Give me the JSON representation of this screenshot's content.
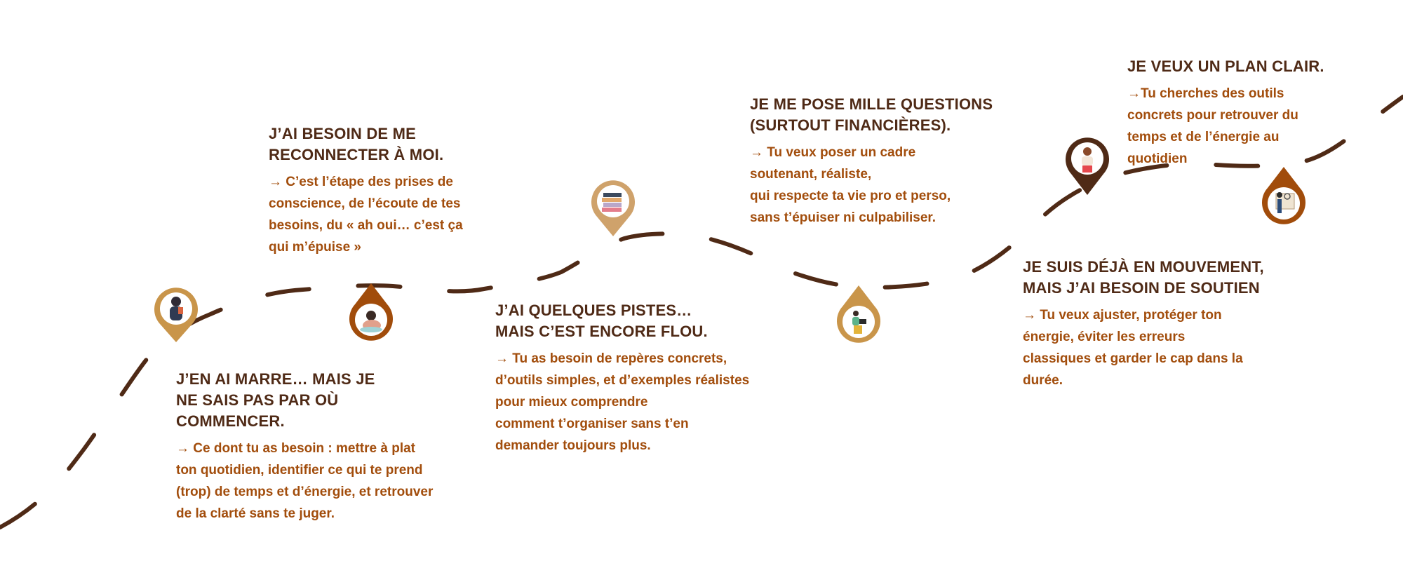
{
  "colors": {
    "dark_brown": "#4f2a16",
    "rust": "#a14c0b",
    "gold": "#c9954a",
    "light_gold": "#cfa26b",
    "body_text": "#a24d0c"
  },
  "steps": [
    {
      "title": [
        "J’EN AI MARRE… MAIS JE",
        "NE SAIS PAS PAR OÙ",
        "COMMENCER."
      ],
      "body": [
        "→ Ce dont tu as besoin : mettre à plat",
        "ton quotidien, identifier ce qui te prend",
        "(trop) de temps et d’énergie, et retrouver",
        "de la clarté sans te juger."
      ],
      "icon": "person-sitting-hugging-knees-icon"
    },
    {
      "title": [
        "J’AI BESOIN DE ME",
        "RECONNECTER À MOI."
      ],
      "body": [
        "→ C’est l’étape des prises de",
        "conscience, de l’écoute de tes",
        "besoins, du « ah oui… c’est ça",
        "qui m’épuise »"
      ],
      "icon": "person-relaxing-icon"
    },
    {
      "title": [
        "J’AI QUELQUES PISTES…",
        "MAIS C’EST ENCORE FLOU."
      ],
      "body": [
        "→ Tu as besoin de repères concrets,",
        "d’outils simples, et d’exemples réalistes",
        "pour mieux comprendre",
        "comment t’organiser sans t’en",
        "demander toujours plus."
      ],
      "icon": "books-stack-icon"
    },
    {
      "title": [
        "JE ME POSE MILLE QUESTIONS",
        "(SURTOUT FINANCIÈRES)."
      ],
      "body": [
        "→ Tu veux poser un cadre",
        "soutenant, réaliste,",
        " qui respecte ta vie pro et perso,",
        " sans t’épuiser ni culpabiliser."
      ],
      "icon": "person-at-laptop-icon"
    },
    {
      "title": [
        "JE SUIS DÉJÀ EN MOUVEMENT,",
        "MAIS J’AI BESOIN DE SOUTIEN"
      ],
      "body": [
        "→ Tu veux ajuster, protéger ton",
        "énergie, éviter les erreurs",
        "classiques et garder le cap dans la",
        "durée."
      ],
      "icon": "confident-person-icon"
    },
    {
      "title": [
        "JE VEUX UN PLAN CLAIR."
      ],
      "body": [
        "→Tu cherches des outils",
        "concrets pour retrouver du",
        "temps et de l’énergie au",
        "quotidien"
      ],
      "icon": "person-with-magnifier-book-icon"
    }
  ]
}
